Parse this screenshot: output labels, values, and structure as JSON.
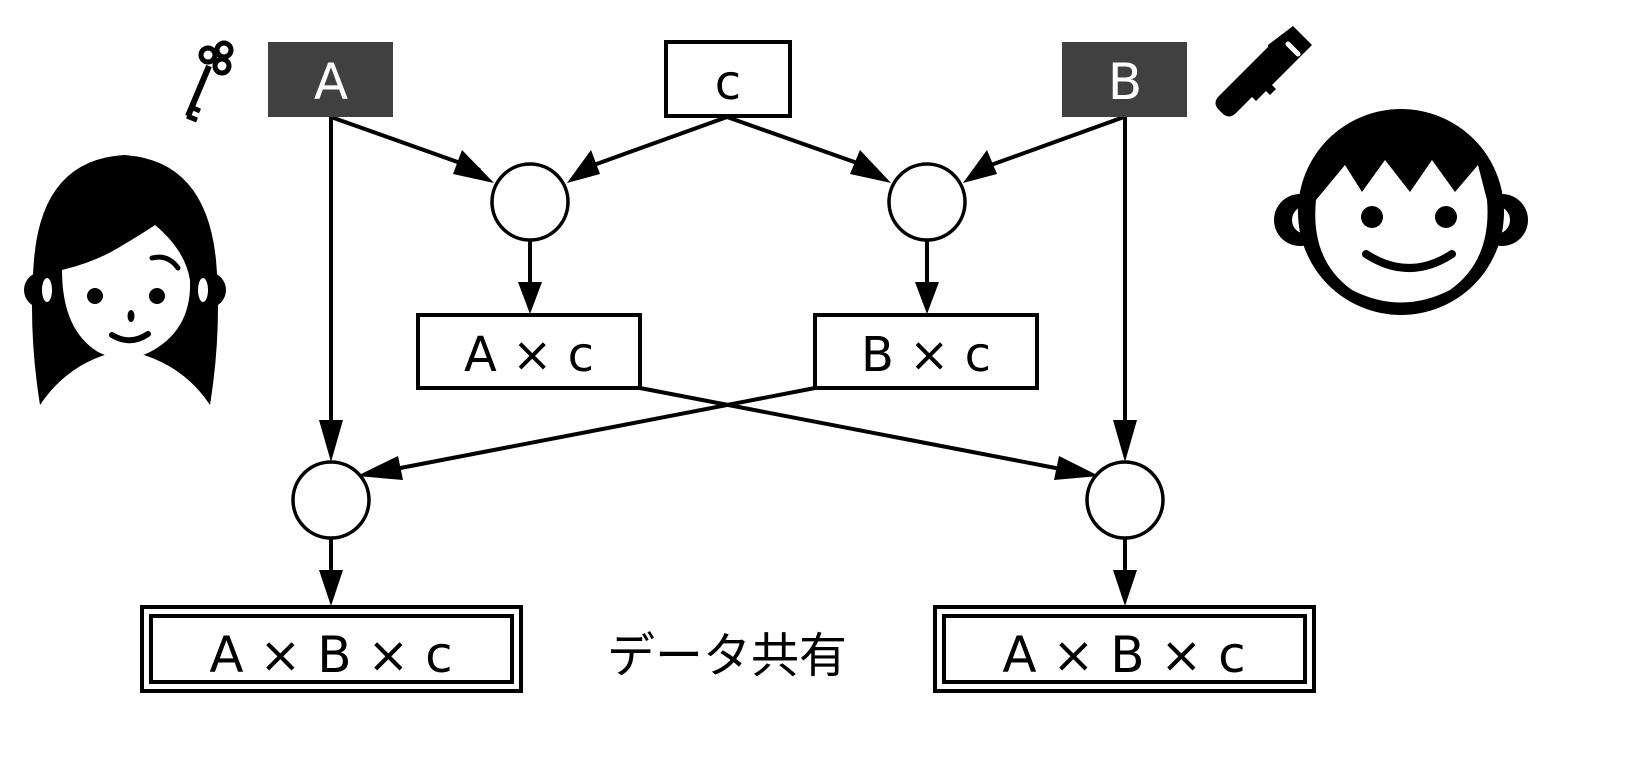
{
  "nodes": {
    "key_a": {
      "label": "A",
      "fill": "#404040",
      "text_color": "#ffffff"
    },
    "shared_c": {
      "label": "c"
    },
    "key_b": {
      "label": "B",
      "fill": "#404040",
      "text_color": "#ffffff"
    },
    "a_times_c": {
      "label": "A × c"
    },
    "b_times_c": {
      "label": "B × c"
    },
    "result_alice": {
      "label": "A × B × c"
    },
    "result_bob": {
      "label": "A × B × c"
    }
  },
  "center_caption": "データ共有",
  "icons": {
    "left_key": "antique-key-icon",
    "right_key": "modern-key-icon",
    "left_person": "woman-face-icon",
    "right_person": "boy-face-icon"
  },
  "edges": [
    {
      "from": "key_a",
      "to": "mult_left_top"
    },
    {
      "from": "shared_c",
      "to": "mult_left_top"
    },
    {
      "from": "shared_c",
      "to": "mult_right_top"
    },
    {
      "from": "key_b",
      "to": "mult_right_top"
    },
    {
      "from": "mult_left_top",
      "to": "a_times_c"
    },
    {
      "from": "mult_right_top",
      "to": "b_times_c"
    },
    {
      "from": "key_a",
      "to": "mult_left_bottom"
    },
    {
      "from": "b_times_c",
      "to": "mult_left_bottom"
    },
    {
      "from": "a_times_c",
      "to": "mult_right_bottom"
    },
    {
      "from": "key_b",
      "to": "mult_right_bottom"
    },
    {
      "from": "mult_left_bottom",
      "to": "result_alice"
    },
    {
      "from": "mult_right_bottom",
      "to": "result_bob"
    }
  ],
  "colors": {
    "stroke": "#000000",
    "key_box": "#404040"
  }
}
